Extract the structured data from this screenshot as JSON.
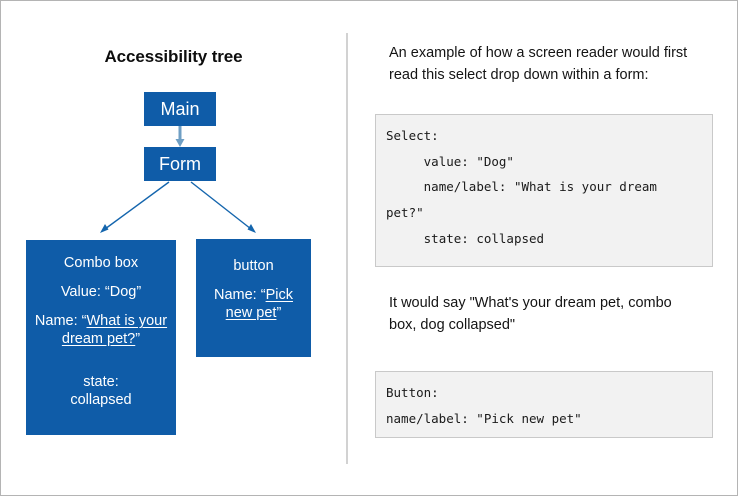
{
  "diagram": {
    "title": "Accessibility tree",
    "nodes": {
      "main": {
        "label": "Main"
      },
      "form": {
        "label": "Form"
      },
      "combobox": {
        "role": "Combo box",
        "value": "Value: “Dog”",
        "name_prefix": "Name: “",
        "name_value": "What is your dream pet?",
        "name_suffix": "”",
        "state_label": "state:",
        "state_value": "collapsed"
      },
      "button": {
        "role": "button",
        "name_prefix": "Name: “",
        "name_value": "Pick new pet",
        "name_suffix": "”"
      }
    },
    "colors": {
      "node_fill": "#0f5ca8",
      "node_text": "#ffffff",
      "arrow_vertical": "#6f9fc4",
      "arrow_diagonal": "#1465ad"
    }
  },
  "explanation": {
    "intro": "An example of how a screen reader would first read this select drop down within a form:",
    "select_code": "Select:\n     value: \"Dog\"\n     name/label: \"What is your dream pet?\"\n     state: collapsed",
    "spoken": "It would say \"What's your dream pet, combo box, dog collapsed\"",
    "button_code": "Button:\nname/label: \"Pick new pet\""
  },
  "styling": {
    "divider_color": "#d2d2d2",
    "code_background": "#f2f2f2",
    "code_border": "#c9c9c9",
    "frame_border": "#b4b4b4"
  }
}
